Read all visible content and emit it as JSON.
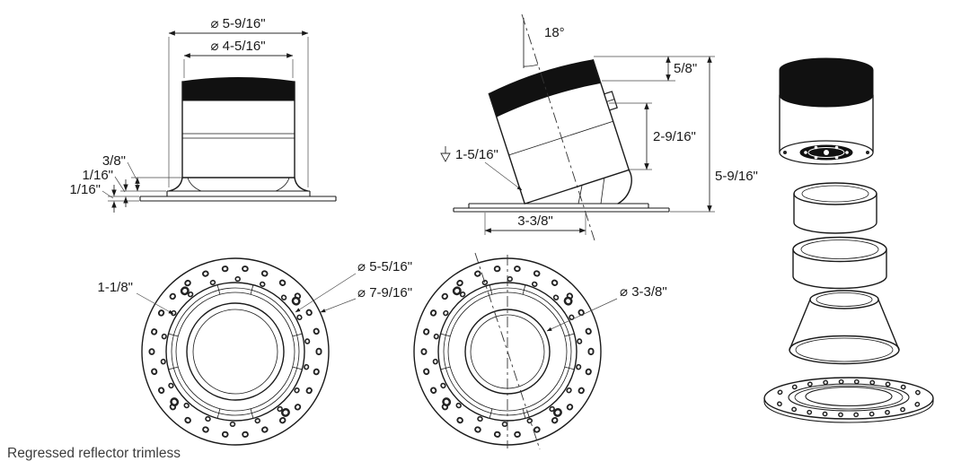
{
  "caption": "Regressed reflector trimless",
  "colors": {
    "ink": "#1a1a1a",
    "black_fill": "#111111",
    "background": "#ffffff"
  },
  "icons": {
    "depth_symbol": "↧"
  },
  "views": {
    "side": {
      "dim_outer_dia": "⌀ 5-9/16\"",
      "dim_inner_dia": "⌀ 4-5/16\"",
      "dim_lip": "3/8\"",
      "dim_gap_upper": "1/16\"",
      "dim_gap_lower": "1/16\""
    },
    "tilted": {
      "dim_angle": "18°",
      "dim_band": "5/8\"",
      "dim_body": "2-9/16\"",
      "dim_height": "5-9/16\"",
      "dim_regress": "1-5/16\"",
      "dim_aperture": "3-3/8\""
    },
    "plan_a": {
      "dim_flange_width": "1-1/8\"",
      "dim_inner_dia": "⌀ 5-5/16\"",
      "dim_outer_dia": "⌀ 7-9/16\""
    },
    "plan_b": {
      "dim_aperture_dia": "⌀ 3-3/8\""
    }
  }
}
